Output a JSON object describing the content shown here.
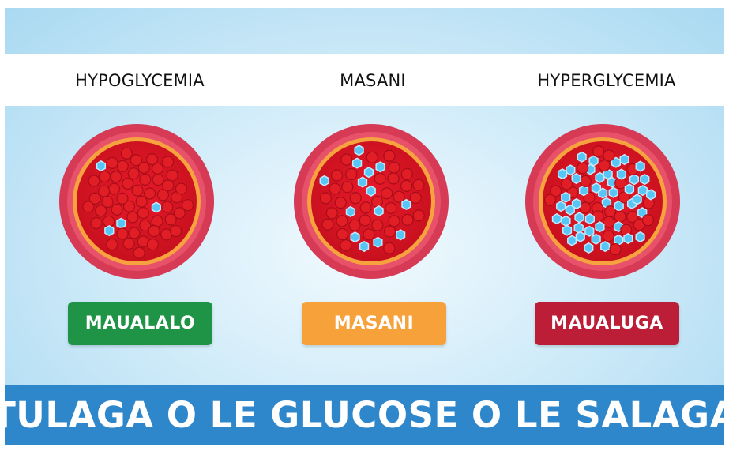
{
  "headers": [
    {
      "label": "HYPOGLYCEMIA"
    },
    {
      "label": "MASANI"
    },
    {
      "label": "HYPERGLYCEMIA"
    }
  ],
  "states": [
    {
      "label": "MAUALALO",
      "color": "#1f9447",
      "glucose_level": "low"
    },
    {
      "label": "MASANI",
      "color": "#f6a13a",
      "glucose_level": "normal"
    },
    {
      "label": "MAUALUGA",
      "color": "#bb1e36",
      "glucose_level": "high"
    }
  ],
  "footer": {
    "title": "TULAGA O LE GLUCOSE O LE SALAGA"
  },
  "colors": {
    "vessel_outer": "#d63a55",
    "vessel_wall": "#f6a23f",
    "blood": "#c8101e",
    "red_cell": "#e11d26",
    "glucose": "#58c6f5",
    "footer_bg": "#2e86cb"
  },
  "legend_icons": [
    "red-blood-cell-icon",
    "glucose-molecule-icon"
  ]
}
